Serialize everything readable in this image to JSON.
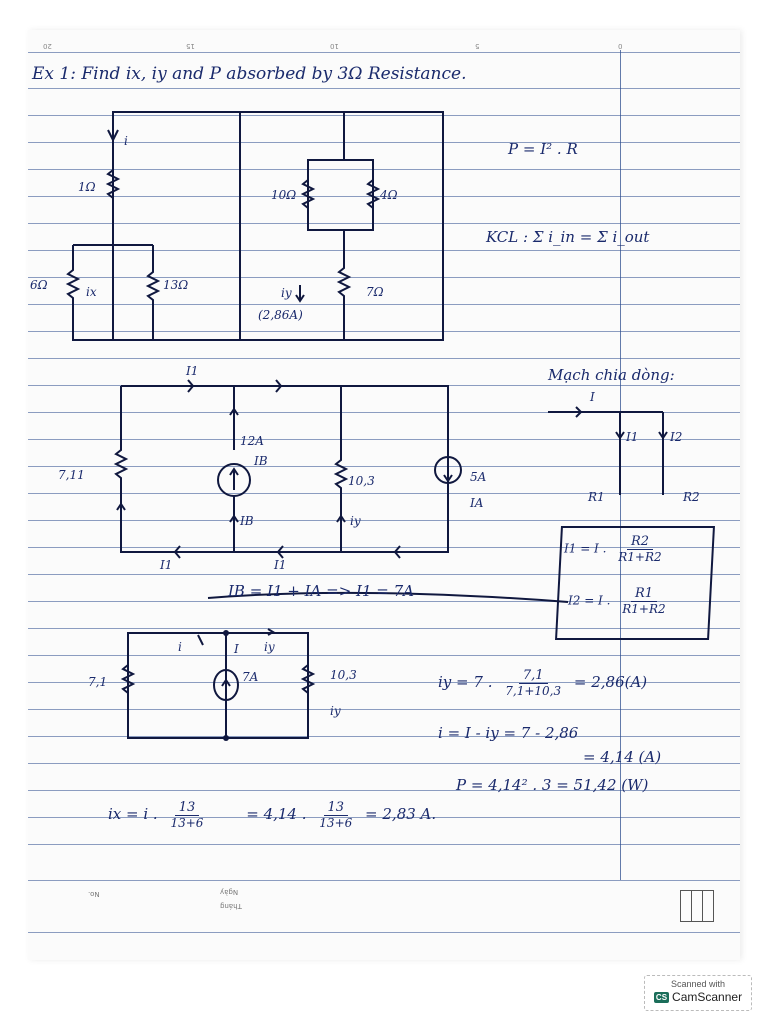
{
  "page": {
    "ruler_numbers": [
      "20",
      "15",
      "10",
      "5",
      "0"
    ],
    "title": "Ex 1:  Find ix, iy and P absorbed by 3Ω Resistance.",
    "colors": {
      "ink": "#1a2a6c",
      "ruled_lines": "#2f4f8f",
      "paper": "#fbfbfb"
    }
  },
  "circuit1": {
    "labels": {
      "i_arrow": "i",
      "r1": "1Ω",
      "r6": "6Ω",
      "ix": "ix",
      "r13": "13Ω",
      "r10": "10Ω",
      "r4": "4Ω",
      "iy": "iy",
      "iy_value": "(2,86A)",
      "r7": "7Ω"
    }
  },
  "notes_right": {
    "power_formula": "P = I² . R",
    "kcl": "KCL : Σ i_in = Σ i_out"
  },
  "circuit2": {
    "labels": {
      "top_current": "I1",
      "r_left": "7,11",
      "source1_value": "12A",
      "source1_name": "IB",
      "ib": "IB",
      "r_mid": "10,3",
      "iy": "iy",
      "source2_value": "5A",
      "source2_name": "IA",
      "bottom_left": "I1",
      "bottom_mid": "I1"
    },
    "equation": "IB = I1 + IA  =>  I1 = 7A"
  },
  "current_divider": {
    "heading": "Mạch chia dòng:",
    "labels": {
      "I": "I",
      "I1": "I1",
      "I2": "I2",
      "R1": "R1",
      "R2": "R2"
    },
    "formula1": {
      "lhs": "I1 = I .",
      "num": "R2",
      "den": "R1+R2"
    },
    "formula2": {
      "lhs": "I2 = I .",
      "num": "R1",
      "den": "R1+R2"
    }
  },
  "circuit3": {
    "labels": {
      "r_left": "7,1",
      "i": "i",
      "I": "I",
      "source": "7A",
      "iy_top": "iy",
      "r_right": "10,3",
      "iy": "iy"
    }
  },
  "solution": {
    "iy": {
      "lhs": "iy = 7 .",
      "num": "7,1",
      "den": "7,1+10,3",
      "result": "= 2,86(A)"
    },
    "i_line1": "i = I - iy = 7 - 2,86",
    "i_line2": "= 4,14 (A)",
    "power": "P = 4,14² . 3 = 51,42 (W)",
    "ix": {
      "lhs": "ix = i .",
      "num1": "13",
      "den1": "13+6",
      "mid": "= 4,14 .",
      "num2": "13",
      "den2": "13+6",
      "result": "= 2,83 A."
    }
  },
  "footer": {
    "no_label": "No.",
    "date_label": "Ngày",
    "month_label": "Tháng"
  },
  "watermark": {
    "line1": "Scanned with",
    "logo": "CS",
    "line2": "CamScanner"
  }
}
